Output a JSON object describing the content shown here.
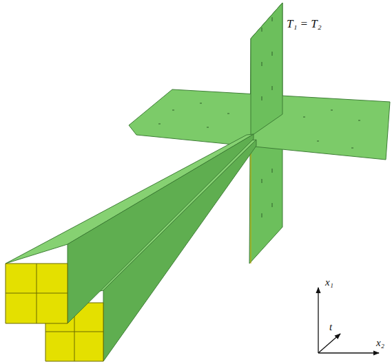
{
  "diagram": {
    "labels": [
      "T₁ = T₂",
      "x₁",
      "t",
      "x₂"
    ]
  }
}
